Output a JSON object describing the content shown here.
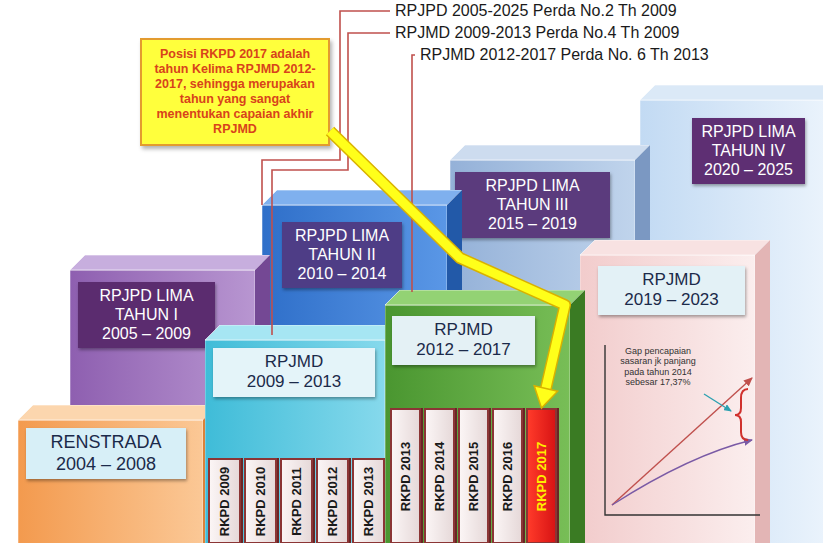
{
  "diagram": {
    "nodes": [
      {
        "text": [
          "Posisi RKPD 2017 adalah tahun Kelima RPJMD 2012-2017, sehingga merupakan tahun yang sangat menentukan capaian akhir RPJMD"
        ]
      },
      {
        "text": [
          "RENSTRADA",
          "2004 – 2008"
        ]
      },
      {
        "text": [
          "RPJPD LIMA TAHUN I",
          "2005 – 2009"
        ]
      },
      {
        "text": [
          "RPJMD",
          "2009 – 2013"
        ]
      },
      {
        "text": [
          "RKPD 2009"
        ],
        "in": 3
      },
      {
        "text": [
          "RKPD 2010"
        ],
        "in": 3
      },
      {
        "text": [
          "RKPD 2011"
        ],
        "in": 3
      },
      {
        "text": [
          "RKPD 2012"
        ],
        "in": 3
      },
      {
        "text": [
          "RKPD 2013"
        ],
        "in": 3
      },
      {
        "text": [
          "RPJPD LIMA TAHUN II",
          "2010 – 2014"
        ]
      },
      {
        "text": [
          "RPJMD",
          "2012 – 2017"
        ]
      },
      {
        "text": [
          "RKPD 2013"
        ],
        "in": 10
      },
      {
        "text": [
          "RKPD 2014"
        ],
        "in": 10
      },
      {
        "text": [
          "RKPD 2015"
        ],
        "in": 10
      },
      {
        "text": [
          "RKPD 2016"
        ],
        "in": 10
      },
      {
        "text": [
          "RKPD 2017"
        ],
        "in": 10
      },
      {
        "text": [
          "RPJPD LIMA TAHUN III",
          "2015 – 2019"
        ]
      },
      {
        "text": [
          "RPJMD",
          "2019 – 2023"
        ]
      },
      {
        "text": [
          "RPJPD LIMA TAHUN IV",
          "2020 – 2025"
        ]
      }
    ],
    "edges": [
      {
        "from": 0,
        "to": 15,
        "arrow": "to"
      }
    ],
    "labels": [
      "RPJPD 2005-2025 Perda No.2 Th 2009",
      "RPJMD 2009-2013 Perda No.4 Th 2009",
      "RPJMD 2012-2017 Perda No. 6 Th 2013",
      "Gap pencapaian sasaran jk panjang pada tahun 2014 sebesar 17,37%"
    ]
  }
}
